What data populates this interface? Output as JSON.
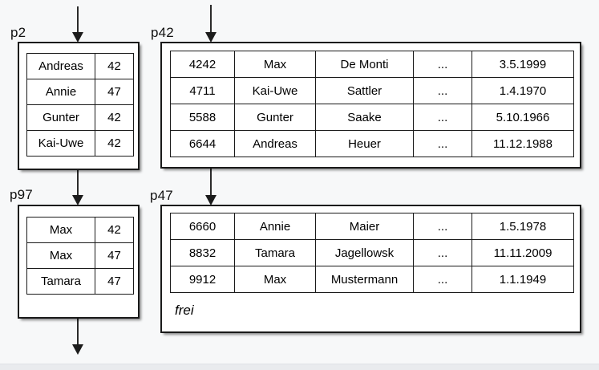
{
  "colors": {
    "background": "#f7f8f9",
    "bottom_strip": "#e9ebee",
    "box_fill": "#ffffff",
    "border": "#1a1a1a",
    "arrow": "#2b2b2b"
  },
  "pages": {
    "p2": {
      "label": "p2",
      "rows": [
        [
          "Andreas",
          "42"
        ],
        [
          "Annie",
          "47"
        ],
        [
          "Gunter",
          "42"
        ],
        [
          "Kai-Uwe",
          "42"
        ]
      ]
    },
    "p42": {
      "label": "p42",
      "rows": [
        [
          "4242",
          "Max",
          "De Monti",
          "...",
          "3.5.1999"
        ],
        [
          "4711",
          "Kai-Uwe",
          "Sattler",
          "...",
          "1.4.1970"
        ],
        [
          "5588",
          "Gunter",
          "Saake",
          "...",
          "5.10.1966"
        ],
        [
          "6644",
          "Andreas",
          "Heuer",
          "...",
          "11.12.1988"
        ]
      ]
    },
    "p97": {
      "label": "p97",
      "rows": [
        [
          "Max",
          "42"
        ],
        [
          "Max",
          "47"
        ],
        [
          "Tamara",
          "47"
        ]
      ]
    },
    "p47": {
      "label": "p47",
      "rows": [
        [
          "6660",
          "Annie",
          "Maier",
          "...",
          "1.5.1978"
        ],
        [
          "8832",
          "Tamara",
          "Jagellowsk",
          "...",
          "11.11.2009"
        ],
        [
          "9912",
          "Max",
          "Mustermann",
          "...",
          "1.1.1949"
        ]
      ],
      "free_label": "frei"
    }
  }
}
